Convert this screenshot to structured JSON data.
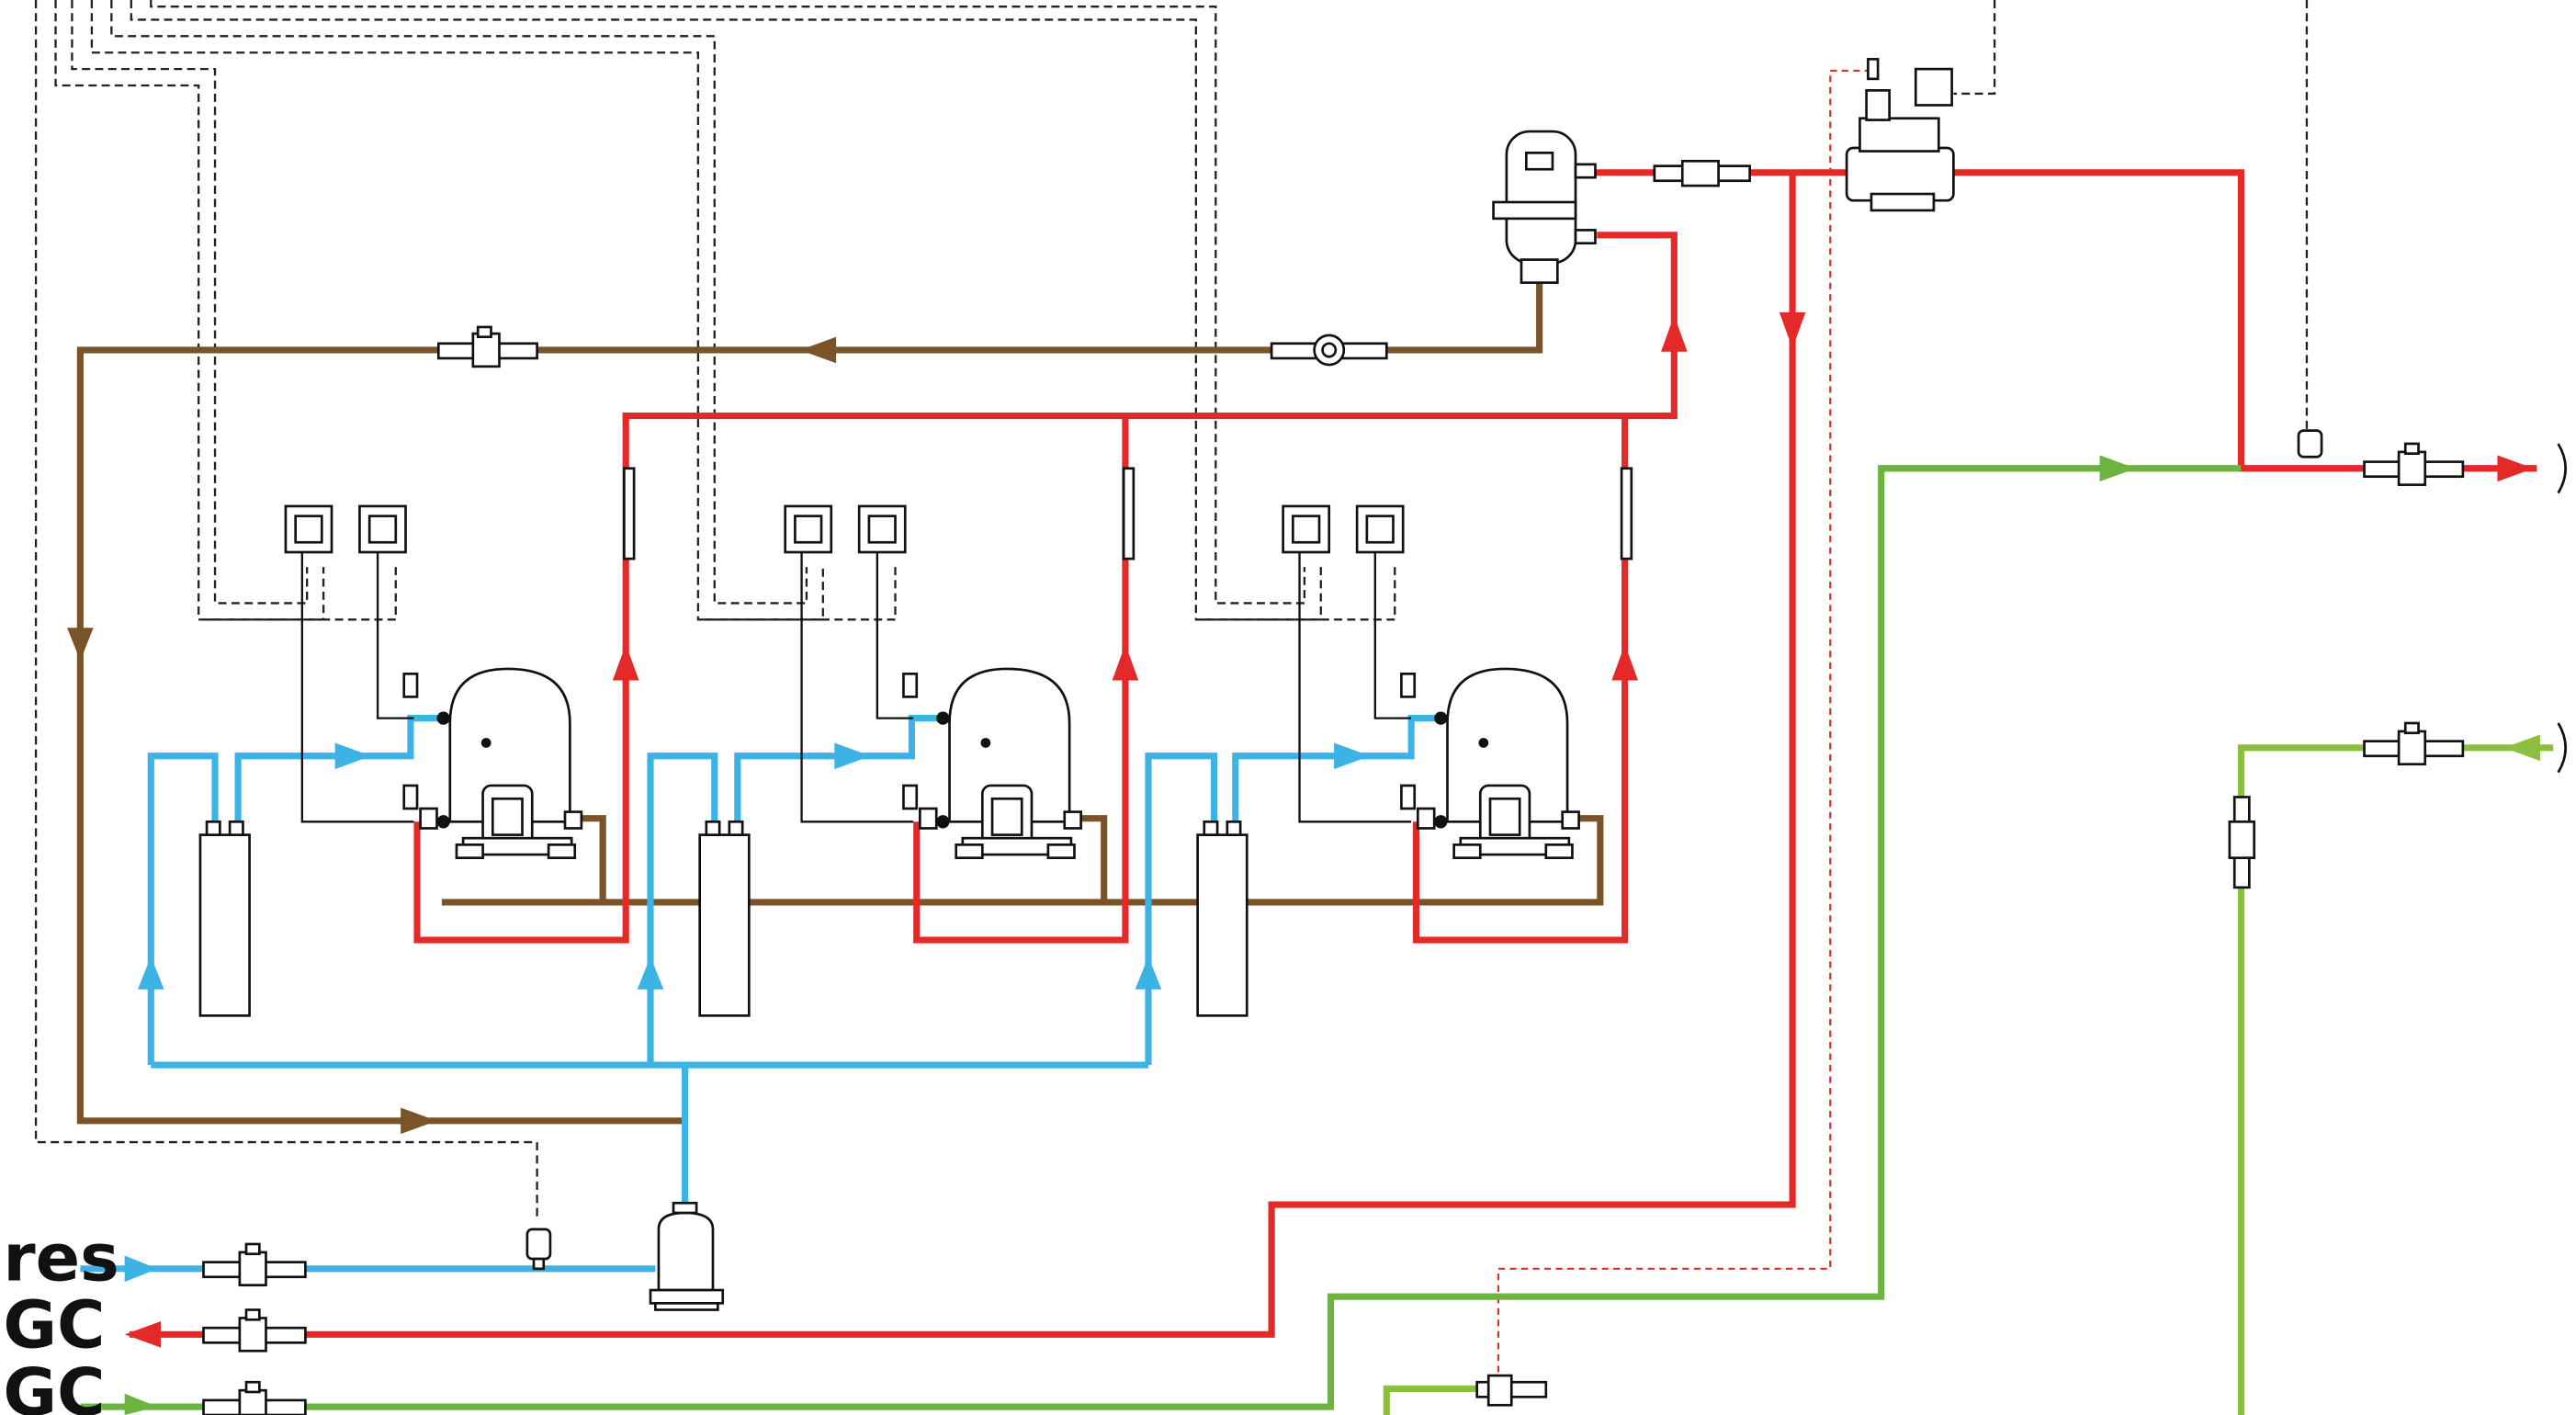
{
  "diagram": {
    "labels": {
      "suction": "res",
      "hot_gas": "GC",
      "return": "GC"
    }
  },
  "colors": {
    "suction_line": "#3bb4e5",
    "discharge_line": "#e32a28",
    "oil_line": "#7a5428",
    "gas_cooler_line": "#6cb33f",
    "liquid_line": "#8cbf3f",
    "component_outline": "#111111",
    "control_dashed": "#222222"
  }
}
